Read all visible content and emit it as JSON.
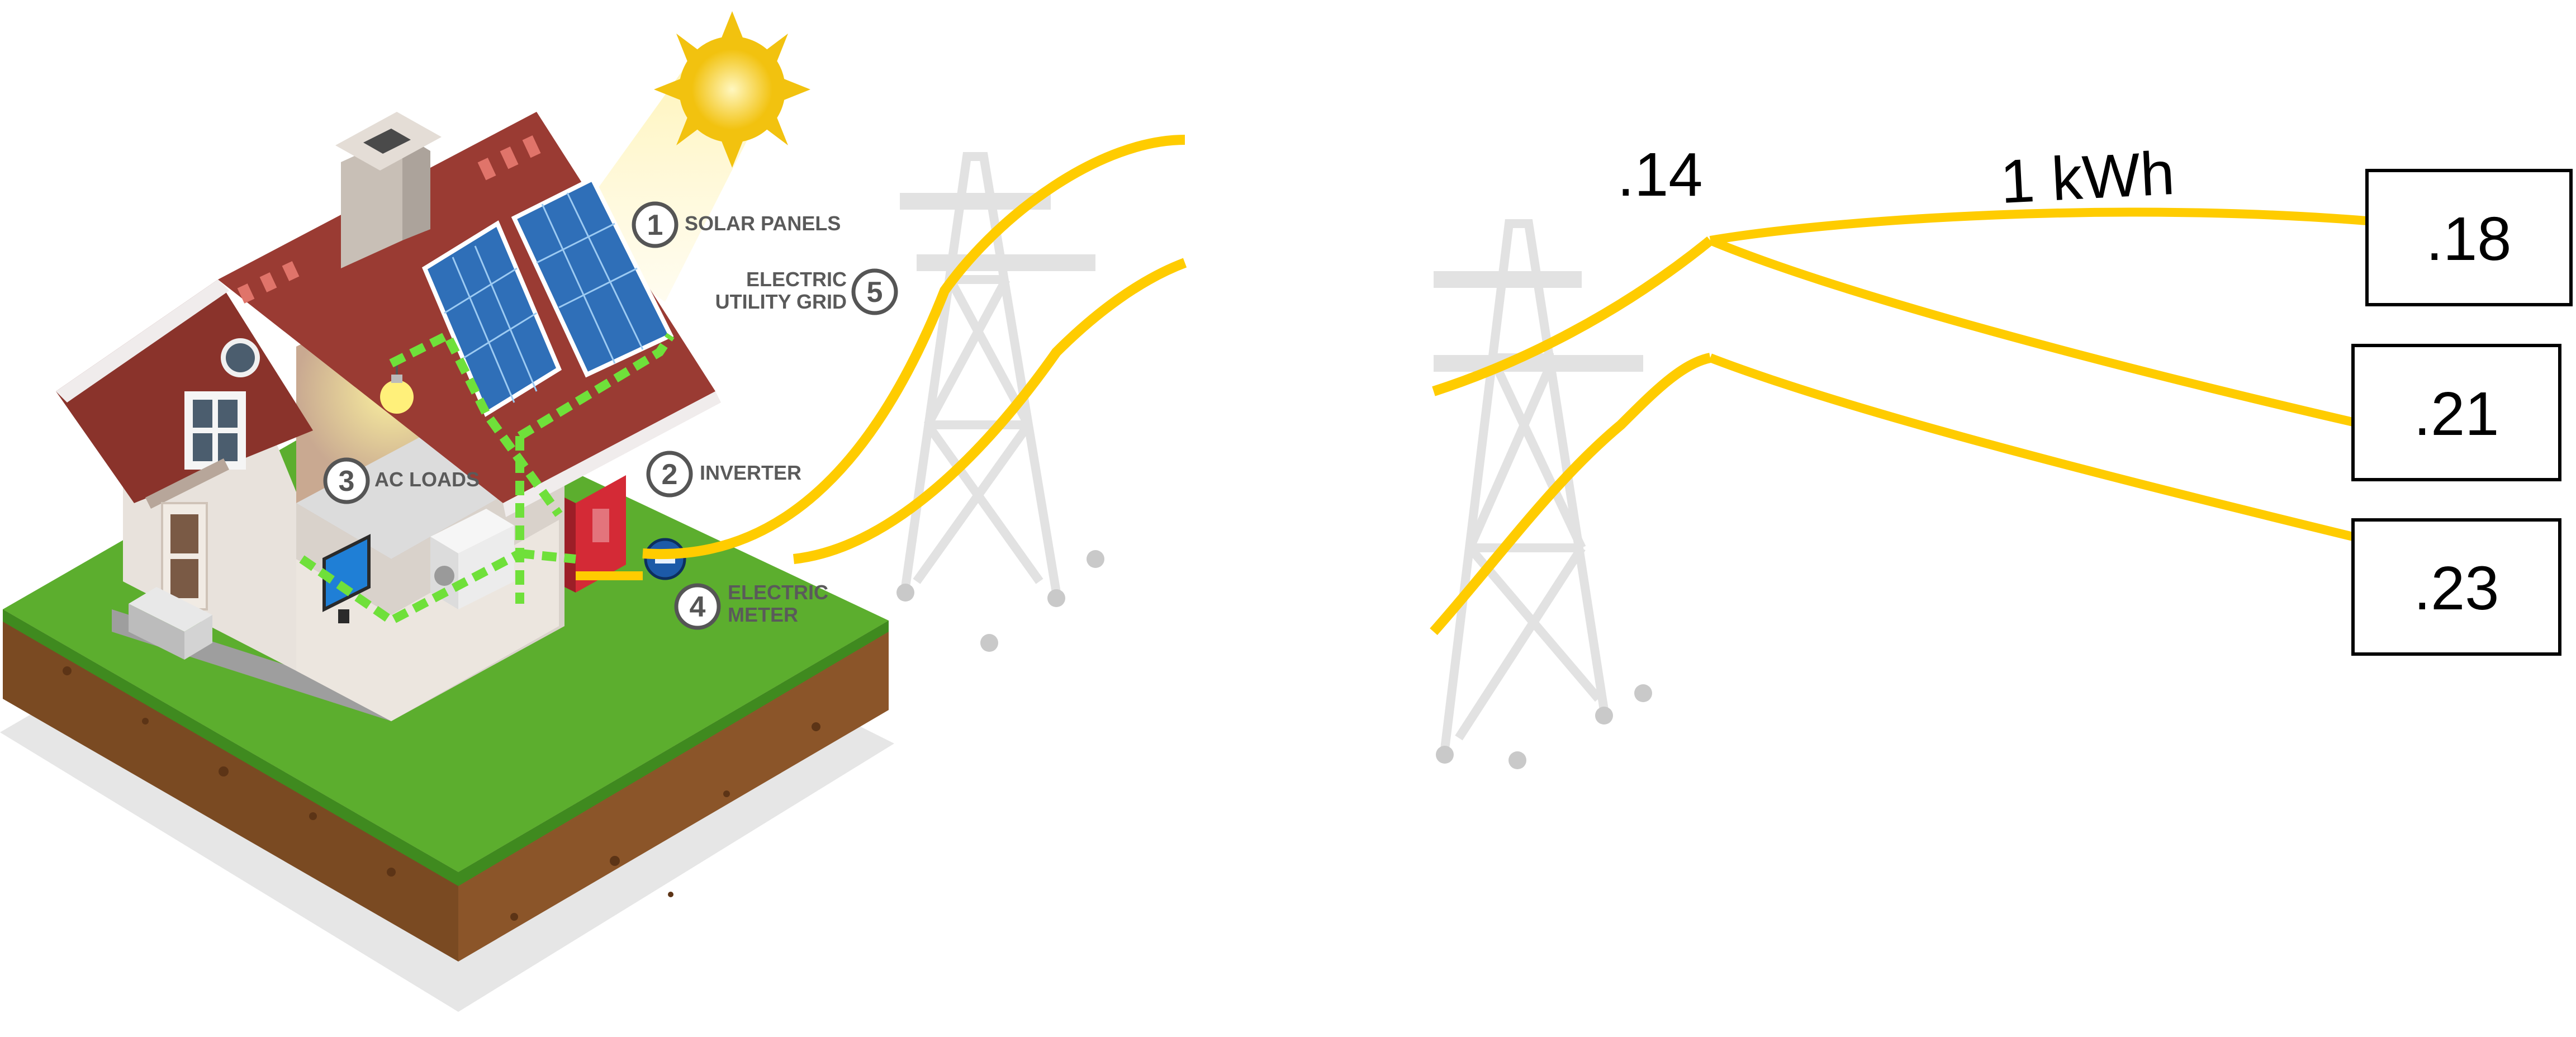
{
  "colors": {
    "wire": "#ffcc00",
    "grass": "#5cae2e",
    "grass_dark": "#3f8a1f",
    "soil": "#7a4a22",
    "roof": "#9a3b33",
    "wall": "#e8e2dc",
    "panel": "#2f6fb8",
    "inverter": "#d42a36",
    "dashed_line": "#6fe03a",
    "sun": "#f2c20f",
    "tower": "#e2e2e2"
  },
  "labels": {
    "solar_panels": {
      "num": "1",
      "text": "SOLAR PANELS"
    },
    "inverter": {
      "num": "2",
      "text": "INVERTER"
    },
    "ac_loads": {
      "num": "3",
      "text": "AC LOADS"
    },
    "electric_meter": {
      "num": "4",
      "line1": "ELECTRIC",
      "line2": "METER"
    },
    "utility_grid": {
      "num": "5",
      "line1": "ELECTRIC",
      "line2": "UTILITY GRID"
    }
  },
  "pricing": {
    "source_price": ".14",
    "unit": "1 kWh",
    "prices": [
      ".18",
      ".21",
      ".23"
    ]
  }
}
